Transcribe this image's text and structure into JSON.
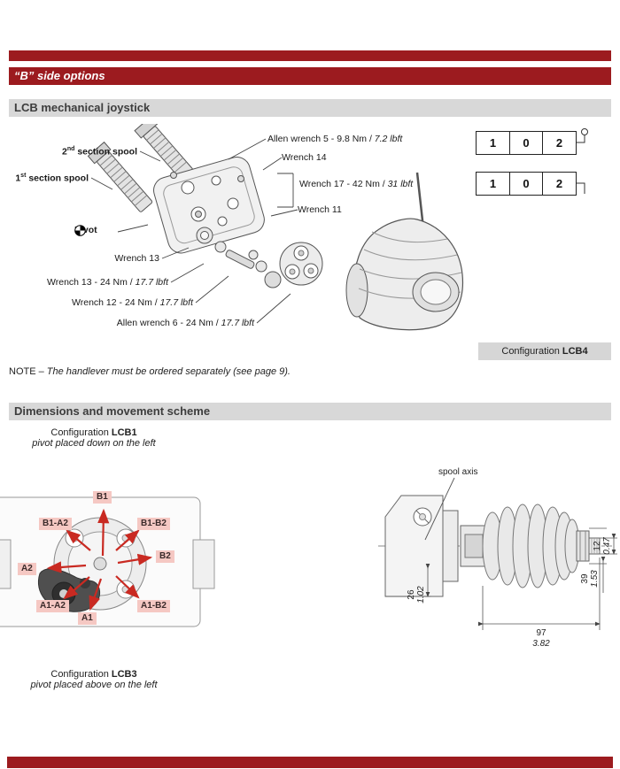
{
  "palette": {
    "accent_red": "#9c1b1f",
    "banner_gray": "#d8d8d8",
    "arrow_red": "#c92a22",
    "label_pink": "#f5c8c3"
  },
  "headers": {
    "b_side": "“B” side options",
    "lcb": "LCB mechanical joystick",
    "dims": "Dimensions and movement scheme"
  },
  "code_table": {
    "row1": [
      "1",
      "0",
      "2"
    ],
    "row2": [
      "1",
      "0",
      "2"
    ]
  },
  "exploded": {
    "spool2_num": "2",
    "spool2_sup": "nd",
    "spool2_rest": " section spool",
    "spool1_num": "1",
    "spool1_sup": "st",
    "spool1_rest": " section spool",
    "pivot_label": "Pivot",
    "callout_allen5": {
      "text": "Allen wrench 5 - 9.8 Nm / ",
      "em": "7.2 lbft"
    },
    "callout_wrench14": {
      "text": "Wrench 14"
    },
    "callout_wrench17": {
      "text": "Wrench 17 - 42 Nm / ",
      "em": "31 lbft"
    },
    "callout_wrench11": {
      "text": "Wrench 11"
    },
    "callout_wrench13": {
      "text": "Wrench 13"
    },
    "callout_wrench13_torque": {
      "text": "Wrench 13 - 24 Nm / ",
      "em": "17.7 lbft"
    },
    "callout_wrench12_torque": {
      "text": "Wrench 12 - 24 Nm / ",
      "em": "17.7 lbft"
    },
    "callout_allen6": {
      "text": "Allen wrench 6 - 24 Nm / ",
      "em": "17.7 lbft"
    },
    "config_label": "Configuration ",
    "config_value": "LCB4"
  },
  "note": {
    "prefix": "NOTE – ",
    "body": "The handlever must be ordered separately (see page 9)."
  },
  "movement": {
    "config_top_label": "Configuration ",
    "config_top_value": "LCB1",
    "config_top_sub": "pivot placed down on the left",
    "config_bottom_label": "Configuration ",
    "config_bottom_value": "LCB3",
    "config_bottom_sub": "pivot placed above on the left",
    "labels": {
      "b1": "B1",
      "b1a2": "B1-A2",
      "b1b2": "B1-B2",
      "b2": "B2",
      "a2": "A2",
      "a1a2": "A1-A2",
      "a1": "A1",
      "a1b2": "A1-B2"
    }
  },
  "dim_drawing": {
    "spool_axis": "spool axis",
    "dim_12_mm": "12",
    "dim_12_in": "0.47",
    "dim_39_mm": "39",
    "dim_39_in": "1.53",
    "dim_26_mm": "26",
    "dim_26_in": "1.02",
    "dim_97_mm": "97",
    "dim_97_in": "3.82"
  }
}
